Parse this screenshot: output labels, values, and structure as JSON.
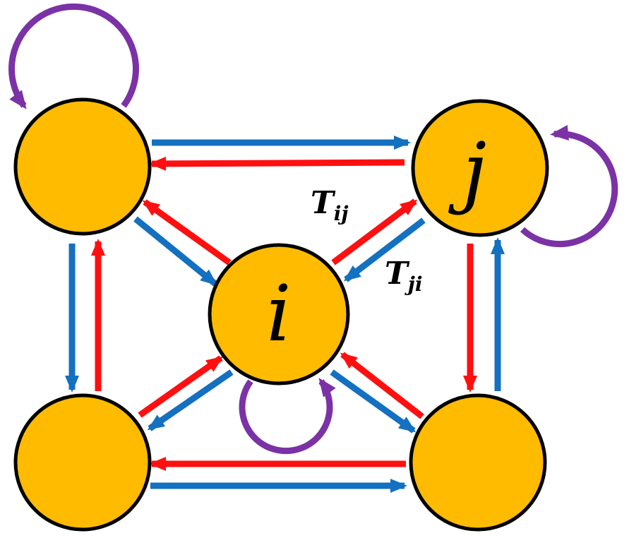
{
  "colors": {
    "node_fill": "#FFBB00",
    "node_stroke": "#000000",
    "forward_edge": "#1470C0",
    "reverse_edge": "#FF0F0F",
    "self_loop": "#7B32A6"
  },
  "nodes": [
    {
      "id": "top-left",
      "label": ""
    },
    {
      "id": "top-right",
      "label": "j"
    },
    {
      "id": "center",
      "label": "i"
    },
    {
      "id": "bottom-left",
      "label": ""
    },
    {
      "id": "bottom-right",
      "label": ""
    }
  ],
  "edge_labels": {
    "t_ij": {
      "main": "T",
      "sub": "ij"
    },
    "t_ji": {
      "main": "T",
      "sub": "ji"
    }
  }
}
